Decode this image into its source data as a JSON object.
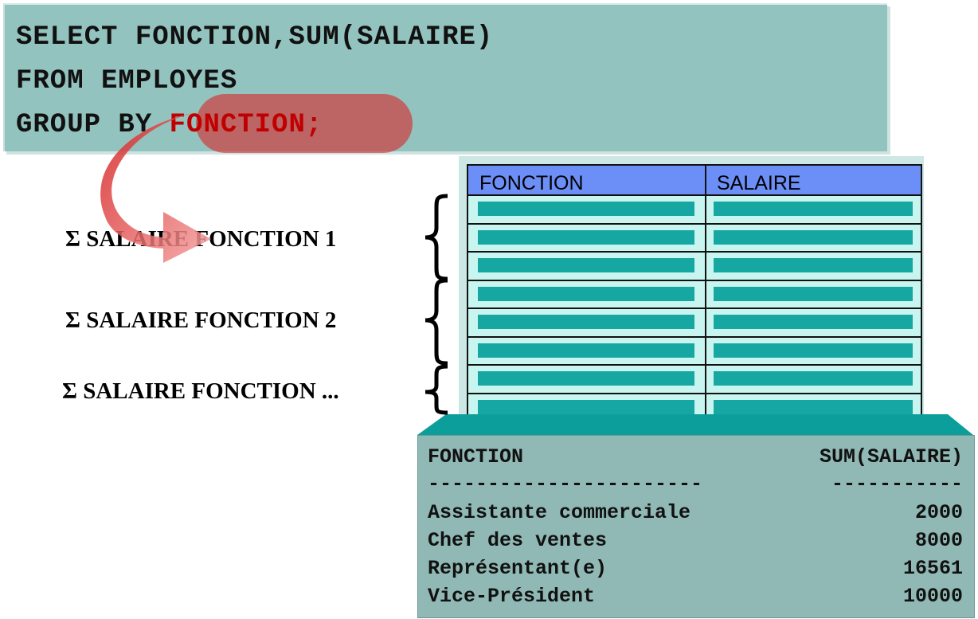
{
  "sql": {
    "line1": "SELECT FONCTION,SUM(SALAIRE)",
    "line2": "FROM EMPLOYES",
    "line3_prefix": "GROUP BY ",
    "line3_highlight": "FONCTION;"
  },
  "groups": [
    {
      "label": "Σ SALAIRE FONCTION 1"
    },
    {
      "label": "Σ SALAIRE FONCTION 2"
    },
    {
      "label": "Σ SALAIRE FONCTION ..."
    }
  ],
  "table": {
    "columns": [
      "FONCTION",
      "SALAIRE"
    ],
    "row_count": 8
  },
  "result": {
    "header_col1": "FONCTION",
    "header_col2": "SUM(SALAIRE)",
    "separator_col1": "-----------------------",
    "separator_col2": "-----------",
    "rows": [
      {
        "fonction": "Assistante commerciale",
        "sum": "2000"
      },
      {
        "fonction": "Chef des ventes",
        "sum": "8000"
      },
      {
        "fonction": "Représentant(e)",
        "sum": "16561"
      },
      {
        "fonction": "Vice-Président",
        "sum": "10000"
      }
    ]
  },
  "colors": {
    "sql_bg": "#93c3bf",
    "highlight": "#d62c2c",
    "table_header": "#6c8ff7",
    "table_body": "#c8f5f0",
    "cell_bar": "#17a7a2",
    "result_bg": "#90b8b4",
    "result_top": "#0b9e9a"
  }
}
